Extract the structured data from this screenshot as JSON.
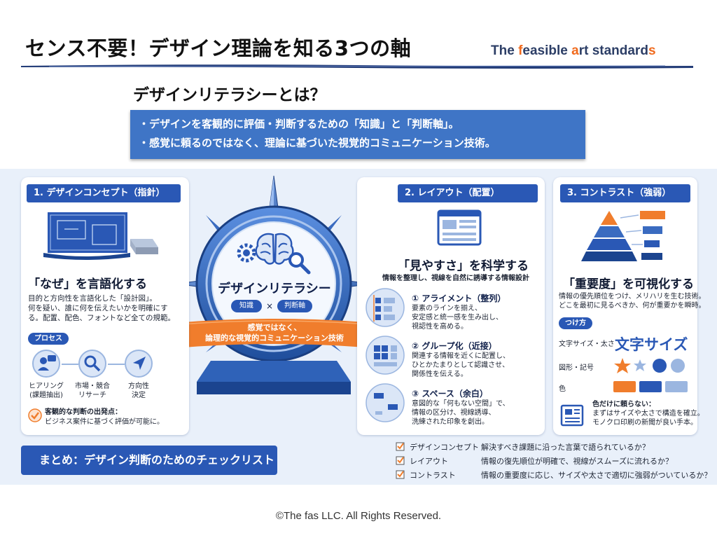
{
  "header": {
    "title": "センス不要！デザイン理論を知る3つの軸",
    "brand_parts": [
      "The ",
      "f",
      "easible ",
      "a",
      "rt standard",
      "s"
    ],
    "subheading": "デザインリテラシーとは？",
    "definition_lines": [
      "・デザインを客観的に評価・判断するための「知識」と「判断軸」。",
      "・感覚に頼るのではなく、理論に基づいた視覚的コミュニケーション技術。"
    ]
  },
  "center": {
    "title": "デザインリテラシー",
    "tag_left": "知識",
    "times": "×",
    "tag_right": "判断軸",
    "ribbon_line1": "感覚ではなく、",
    "ribbon_line2": "論理的な視覚的コミュニケーション技術"
  },
  "panel1": {
    "header": "1. デザインコンセプト（指針）",
    "heading": "「なぜ」を言語化する",
    "body": [
      "目的と方向性を言語化した「設計図」。",
      "何を疑い、誰に何を伝えたいかを明確にす",
      "る。配置、配色、フォントなど全ての規範。"
    ],
    "process_label": "プロセス",
    "steps": [
      {
        "line1": "ヒアリング",
        "line2": "(課題抽出)"
      },
      {
        "line1": "市場・競合",
        "line2": "リサーチ"
      },
      {
        "line1": "方向性",
        "line2": "決定"
      }
    ],
    "note_line1": "客観的な判断の出発点：",
    "note_line2": "ビジネス案件に基づく評価が可能に。"
  },
  "panel2": {
    "header": "2. レイアウト（配置）",
    "heading": "「見やすさ」を科学する",
    "lead": "情報を整理し、視線を自然に誘導する情報設計",
    "items": [
      {
        "title": "① アライメント（整列）",
        "lines": [
          "要素のラインを揃え、",
          "安定感と統一感を生み出し、",
          "視認性を高める。"
        ]
      },
      {
        "title": "② グループ化（近接）",
        "lines": [
          "関連する情報を近くに配置し、",
          "ひとかたまりとして認識させ、",
          "関係性を伝える。"
        ]
      },
      {
        "title": "③ スペース（余白）",
        "lines": [
          "意図的な「何もない空間」で、",
          "情報の区分け、視線誘導、",
          "洗練された印象を創出。"
        ]
      }
    ]
  },
  "panel3": {
    "header": "3. コントラスト（強弱）",
    "heading": "「重要度」を可視化する",
    "body": [
      "情報の優先順位をつけ、メリハリを生む技術。",
      "どこを最初に見るべきか、何が重要かを瞬時。"
    ],
    "method_label": "つけ方",
    "rows": [
      {
        "label": "文字サイズ・太さ",
        "sample": "文字サイズ"
      },
      {
        "label": "図形・記号"
      },
      {
        "label": "色"
      }
    ],
    "note_lines": [
      "色だけに頼らない：",
      "まずはサイズや太さで構造を確立。",
      "モノクロ印刷の新聞が良い手本。"
    ]
  },
  "summary": {
    "label": "まとめ：デザイン判断のためのチェックリスト",
    "items": [
      {
        "name": "デザインコンセプト",
        "question": "解決すべき課題に沿った言葉で語られているか？"
      },
      {
        "name": "レイアウト",
        "question": "情報の復先順位が明確で、視線がスムーズに流れるか？"
      },
      {
        "name": "コントラスト",
        "question": "情報の重要度に応じ、サイズや太さで適切に強弱がついているか？"
      }
    ]
  },
  "footer": {
    "copyright": "©The fas LLC. All Rights Reserved."
  },
  "colors": {
    "accent": "#2a58b5",
    "highlight": "#f06a1d",
    "definition_box": "#3f75c6"
  }
}
